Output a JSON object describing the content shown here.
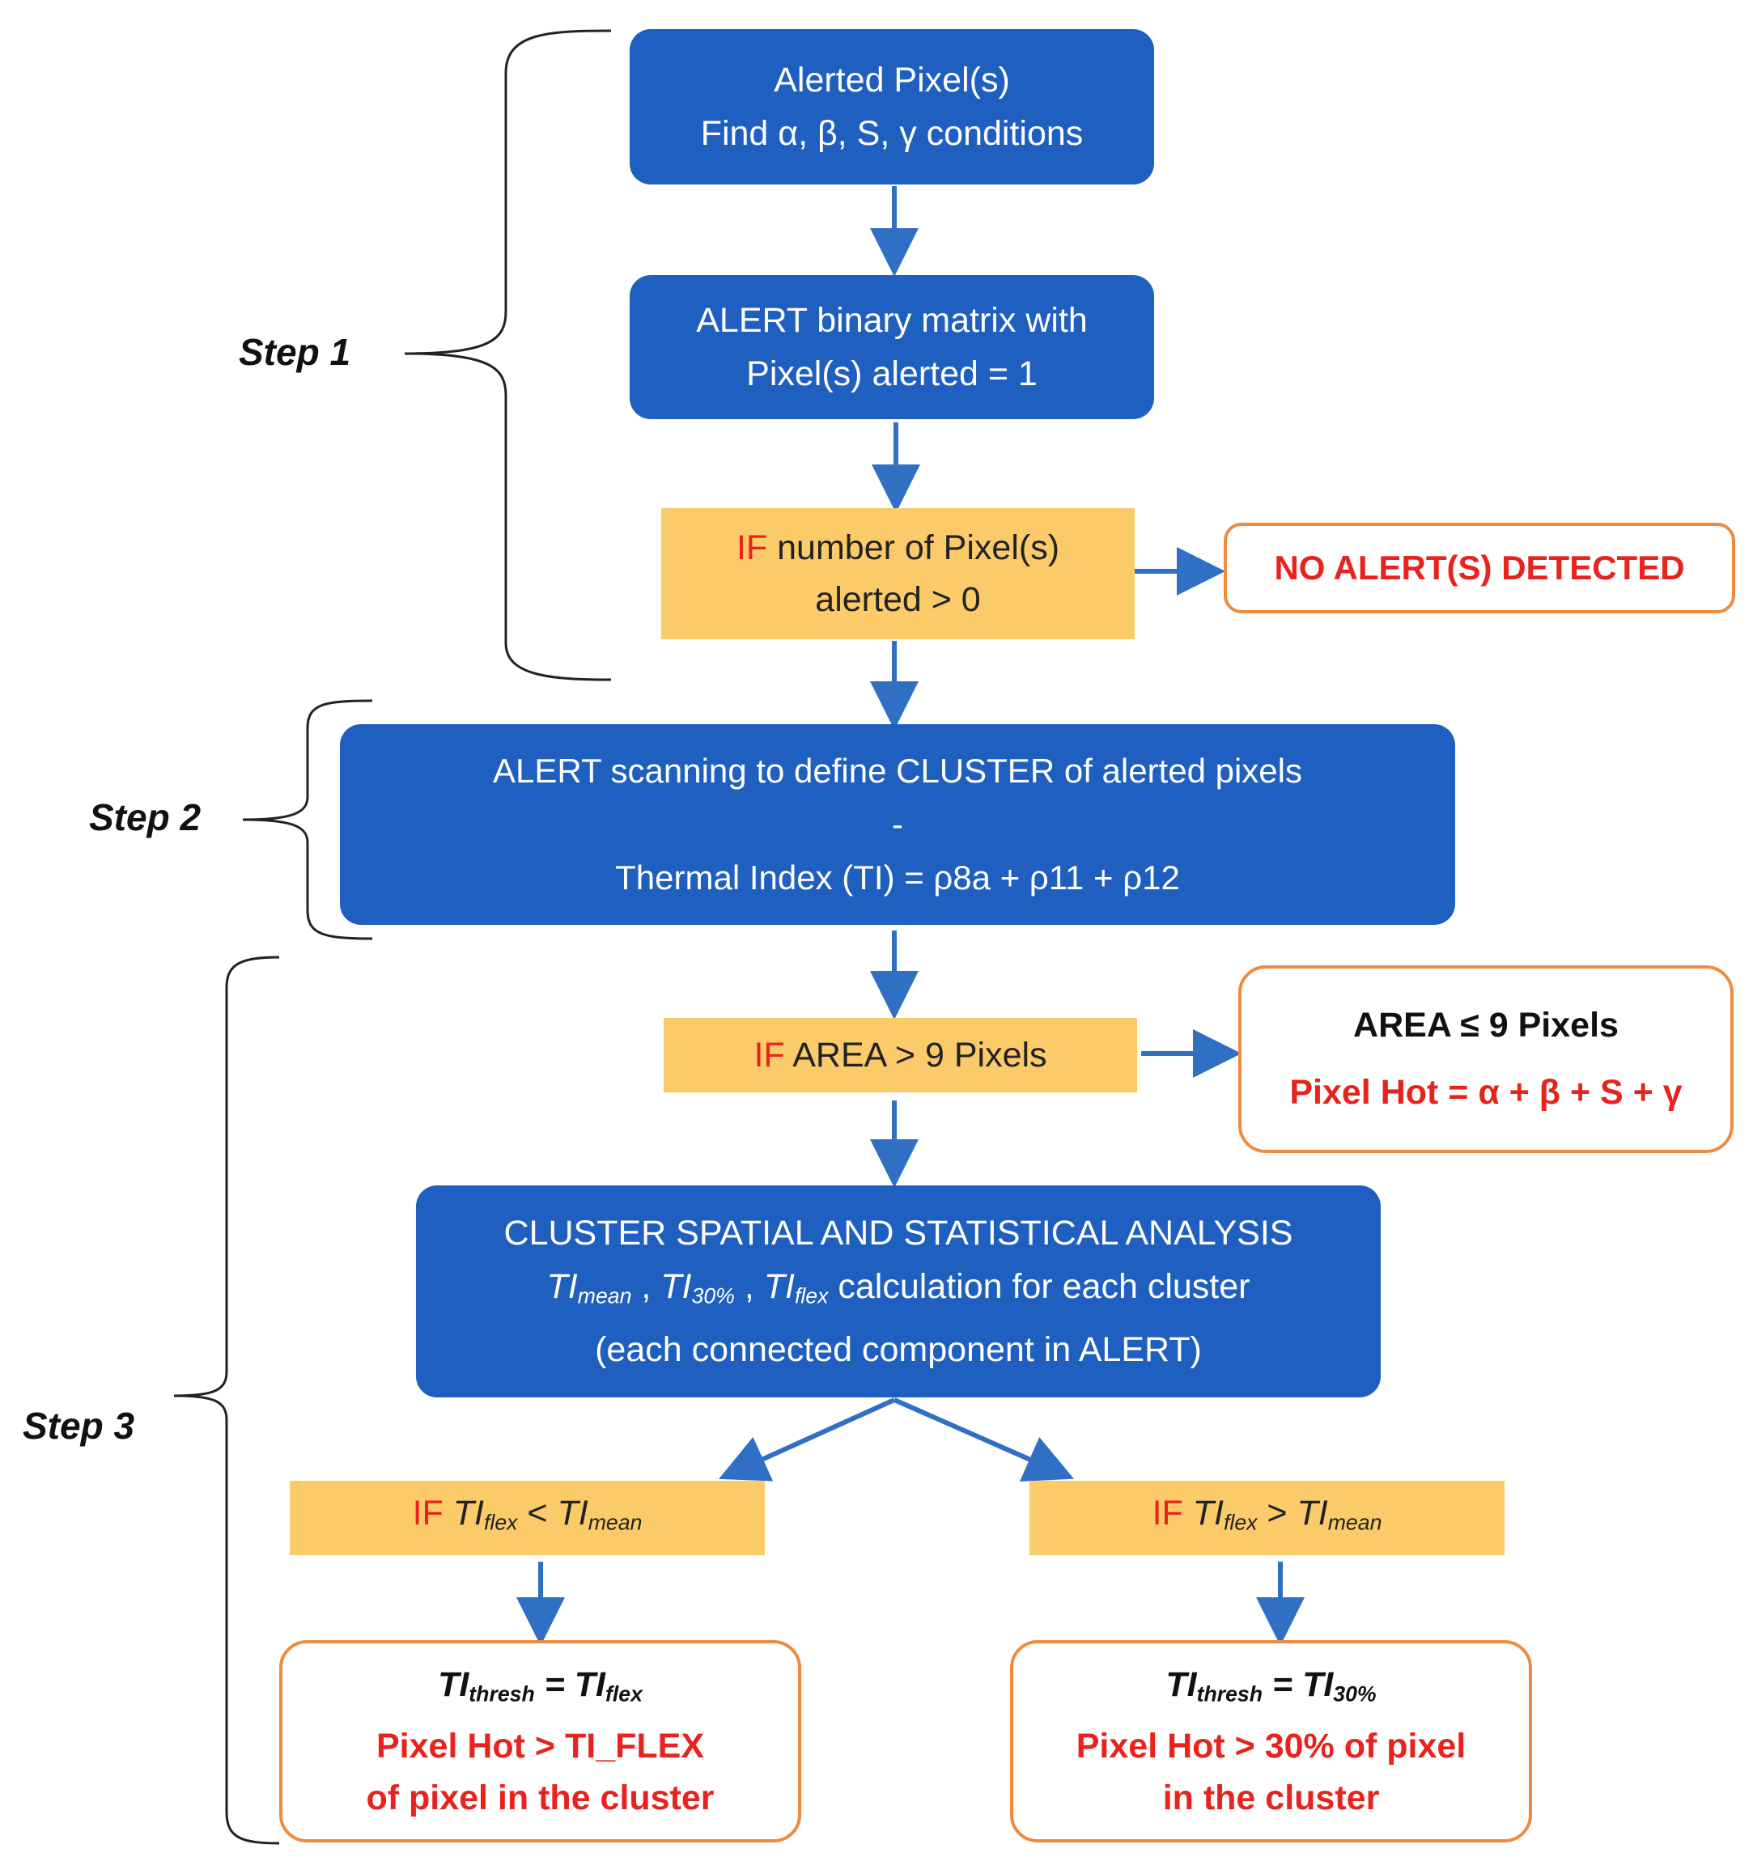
{
  "steps": {
    "step1": "Step 1",
    "step2": "Step 2",
    "step3": "Step 3"
  },
  "box1": {
    "line1": "Alerted Pixel(s)",
    "line2": "Find α, β, S, γ conditions"
  },
  "box2": {
    "line1": "ALERT binary matrix with",
    "line2": "Pixel(s) alerted = 1"
  },
  "cond1": {
    "if": "IF",
    "line1": "number of Pixel(s)",
    "line2": "alerted > 0"
  },
  "no_alert": "NO ALERT(S) DETECTED",
  "box3": {
    "line1": "ALERT scanning to define CLUSTER of alerted pixels",
    "line2": "-",
    "line3": "Thermal Index (TI) = ρ8a + ρ11 + ρ12"
  },
  "cond2": {
    "if": "IF",
    "text": "AREA > 9 Pixels"
  },
  "area_small": {
    "title": "AREA ≤ 9 Pixels",
    "result": "Pixel Hot = α + β + S + γ"
  },
  "box4": {
    "line1": "CLUSTER SPATIAL AND STATISTICAL ANALYSIS",
    "ti": "TI",
    "sub_mean": "mean",
    "sub_30": "30%",
    "sub_flex": "flex",
    "sep": ",",
    "calc": "calculation for each cluster",
    "line3": "(each connected component in ALERT)"
  },
  "cond_left": {
    "if": "IF",
    "ti": "TI",
    "sub1": "flex",
    "op": "<",
    "sub2": "mean"
  },
  "cond_right": {
    "if": "IF",
    "ti": "TI",
    "sub1": "flex",
    "op": ">",
    "sub2": "mean"
  },
  "res_left": {
    "ti": "TI",
    "sub1": "thresh",
    "eq": "=",
    "sub2": "flex",
    "line2": "Pixel Hot > TI_FLEX",
    "line3": "of pixel in the cluster"
  },
  "res_right": {
    "ti": "TI",
    "sub1": "thresh",
    "eq": "=",
    "sub2": "30%",
    "line2": "Pixel Hot > 30% of pixel",
    "line3": "in the cluster"
  },
  "colors": {
    "blue_box": "#1f5fbf",
    "yellow_box": "#fbcb6a",
    "orange_border": "#f08a3e",
    "red_text": "#e8231d",
    "arrow": "#2f6fc4"
  }
}
